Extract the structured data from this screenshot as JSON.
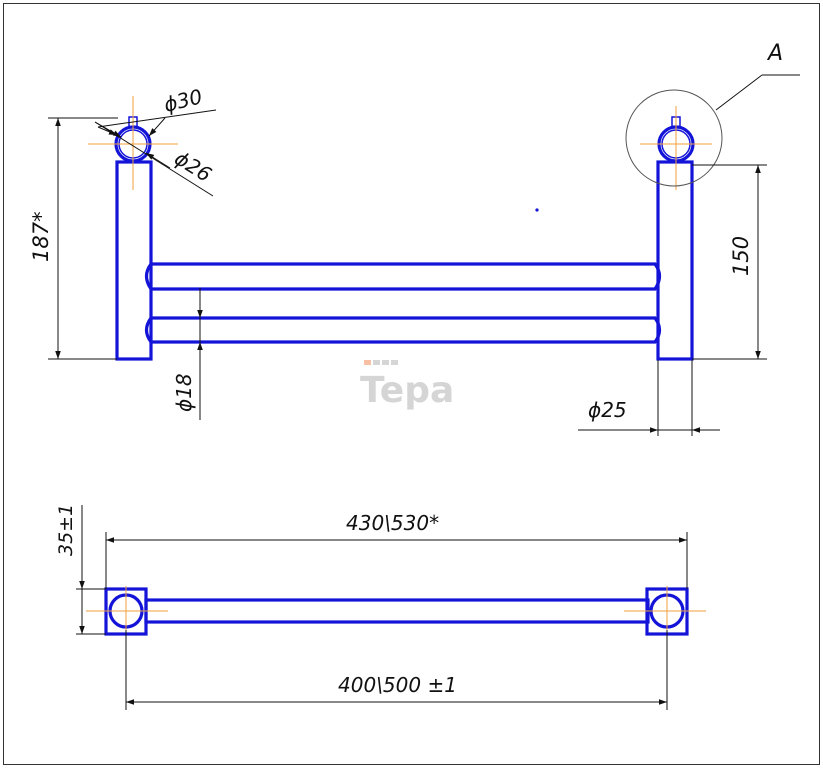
{
  "drawing": {
    "dimensions": {
      "outer_diameter": "ϕ30",
      "inner_diameter": "ϕ26",
      "height_total": "187*",
      "center_distance": "150",
      "crossbar_diameter": "ϕ18",
      "post_diameter": "ϕ25",
      "depth": "35±1",
      "overall_length": "430\\530*",
      "center_length": "400\\500 ±1"
    },
    "callout": "A",
    "watermark": "Tepa"
  },
  "colors": {
    "part": "#1414d8",
    "dimension": "#111111",
    "axis": "#f0a040",
    "watermark": "#d5d5d5",
    "watermark_accent": "#f08a5a"
  }
}
